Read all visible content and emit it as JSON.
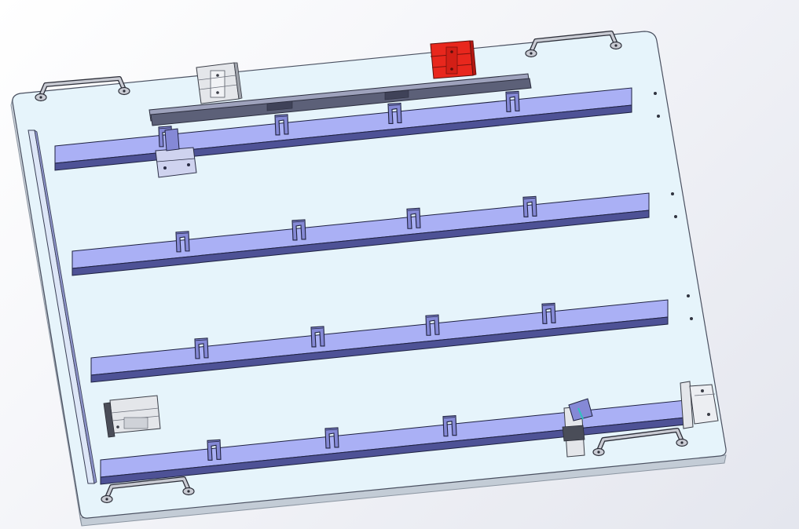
{
  "viewport": {
    "background_colors": [
      "#ffffff",
      "#e4e6ee"
    ]
  },
  "colors": {
    "plate_fill": "#e6f4fb",
    "plate_edge": "#aeb8c3",
    "plate_side": "#c8d2dc",
    "rail_top": "#aab0f5",
    "rail_front": "#4e5296",
    "rail_outline": "#1e2140",
    "clip": "#8589d6",
    "clip_outline": "#20233f",
    "dark_bar_fill": "#5c6078",
    "dark_bar_top": "#9ea2bc",
    "red_block": "#e8271d",
    "red_block_dark": "#b31812",
    "silver_block": "#e4e6ea",
    "silver_block_dark": "#9ea2aa",
    "handle": "#c9cbd3",
    "handle_outline": "#2c2e38"
  },
  "model": {
    "components": [
      {
        "name": "base-plate",
        "icon": "plate-icon"
      },
      {
        "name": "left-edge-bar",
        "icon": "bar-icon"
      },
      {
        "name": "top-stop-bar",
        "icon": "bar-icon"
      },
      {
        "name": "rail-1",
        "icon": "rail-icon"
      },
      {
        "name": "rail-2",
        "icon": "rail-icon"
      },
      {
        "name": "rail-3",
        "icon": "rail-icon"
      },
      {
        "name": "rail-4",
        "icon": "rail-icon"
      },
      {
        "name": "red-cylinder",
        "icon": "cylinder-icon"
      },
      {
        "name": "silver-cylinder-top",
        "icon": "cylinder-icon"
      },
      {
        "name": "silver-cylinder-left",
        "icon": "cylinder-icon"
      },
      {
        "name": "pusher-cylinder",
        "icon": "cylinder-icon"
      },
      {
        "name": "end-stop-bracket",
        "icon": "bracket-icon"
      },
      {
        "name": "handle-top-left",
        "icon": "handle-icon"
      },
      {
        "name": "handle-top-right",
        "icon": "handle-icon"
      },
      {
        "name": "handle-bottom-left",
        "icon": "handle-icon"
      },
      {
        "name": "handle-bottom-right",
        "icon": "handle-icon"
      }
    ]
  }
}
